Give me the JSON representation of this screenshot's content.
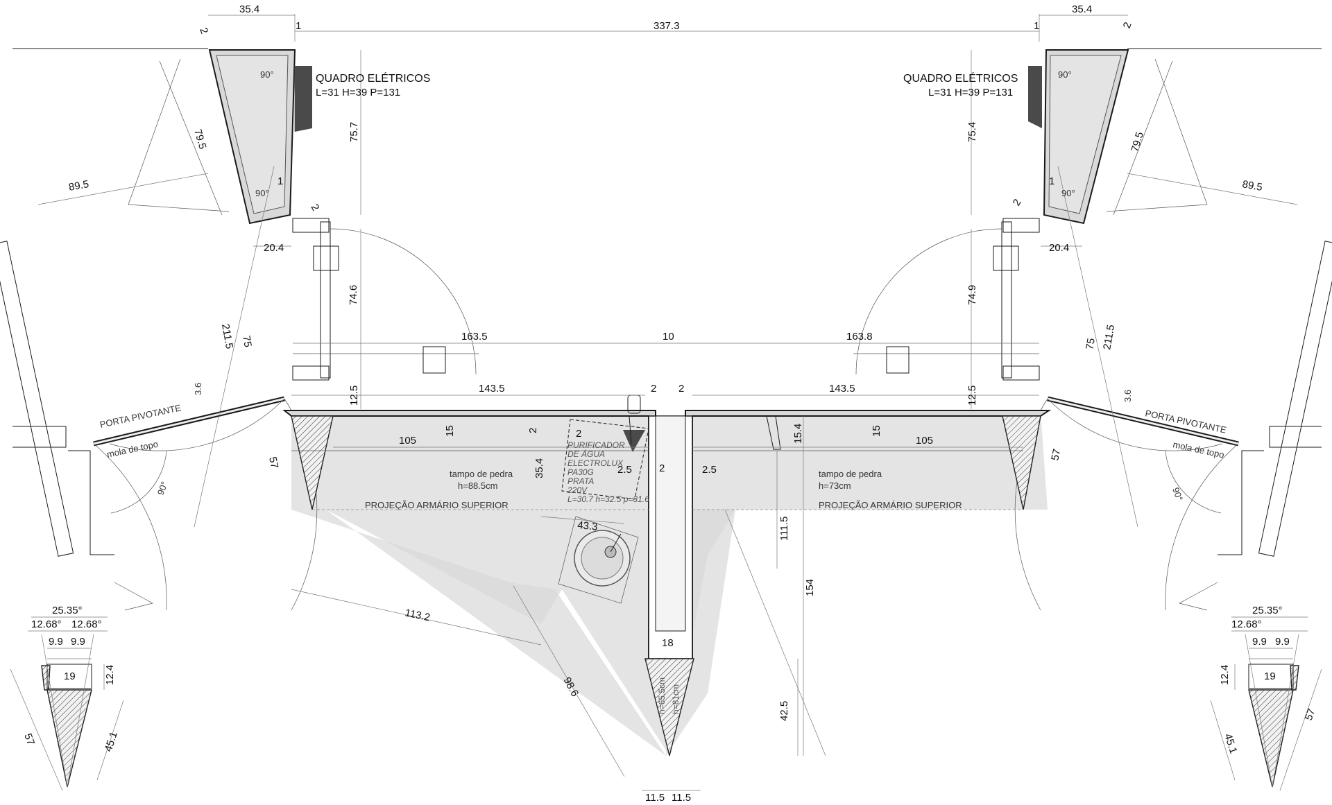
{
  "left": {
    "panel_label": "QUADRO ELÉTRICOS",
    "panel_dims": "L=31 H=39 P=131",
    "door_label": "PORTA PIVOTANTE",
    "door_hinge": "mola de topo",
    "counter_label": "tampo de pedra",
    "counter_height": "h=88.5cm",
    "cabinet_label": "PROJEÇÃO ARMÁRIO SUPERIOR",
    "purifier_lines": [
      "PURIFICADOR",
      "DE ÁGUA",
      "ELECTROLUX",
      "PA30G",
      "PRATA",
      "220V",
      "L=30.7 h=32.5 p=31.6"
    ],
    "dims": {
      "top_width": "35.4",
      "wall_gap": "2",
      "one": "1",
      "angle_top": "90°",
      "angle_bottom": "90°",
      "one_b": "1",
      "two_b": "2",
      "v75_7": "75.7",
      "v79_5": "79.5",
      "d89_5": "89.5",
      "d20_4": "20.4",
      "v74_6": "74.6",
      "d163_5": "163.5",
      "v211_5": "211.5",
      "v75": "75",
      "d3_6": "3.6",
      "d12_5": "12.5",
      "d143_5": "143.5",
      "d2a": "2",
      "d105": "105",
      "d15": "15",
      "d2b": "2",
      "d57": "57",
      "angle_door": "90°",
      "d35_4b": "35.4",
      "d2_5": "2.5",
      "d43_3": "43.3",
      "d113_2": "113.2",
      "d98_6": "98.6",
      "d2c": "2",
      "d2d": "2",
      "d18": "18"
    },
    "detail": {
      "total_angle": "25.35°",
      "half_a": "12.68°",
      "half_b": "12.68°",
      "w_a": "9.9",
      "w_b": "9.9",
      "w_19": "19",
      "h_12_4": "12.4",
      "h_57": "57",
      "h_45_1": "45.1"
    }
  },
  "center": {
    "total_width": "337.3",
    "gap_10": "10",
    "h_65": "h=65.5cm",
    "h_81": "h=81cm",
    "w_left": "11.5",
    "w_right": "11.5"
  },
  "right": {
    "panel_label": "QUADRO ELÉTRICOS",
    "panel_dims": "L=31 H=39 P=131",
    "door_label": "PORTA PIVOTANTE",
    "door_hinge": "mola de topo",
    "counter_label": "tampo de pedra",
    "counter_height": "h=73cm",
    "cabinet_label": "PROJEÇÃO ARMÁRIO SUPERIOR",
    "dims": {
      "top_width": "35.4",
      "wall_gap": "2",
      "one": "1",
      "angle_top": "90°",
      "angle_bottom": "90°",
      "one_b": "1",
      "two_b": "2",
      "v75_4": "75.4",
      "v79_5": "79.5",
      "d89_5": "89.5",
      "d20_4": "20.4",
      "v74_9": "74.9",
      "d163_8": "163.8",
      "v211_5": "211.5",
      "v75": "75",
      "d3_6": "3.6",
      "d12_5": "12.5",
      "d143_5": "143.5",
      "d2a": "2",
      "d105": "105",
      "d15": "15",
      "d15_4": "15.4",
      "d57": "57",
      "angle_door": "90°",
      "d2_5": "2.5",
      "d111_5": "111.5",
      "d154": "154",
      "d42_5": "42.5"
    },
    "detail": {
      "total_angle": "25.35°",
      "half_a": "12.68°",
      "w_a": "9.9",
      "w_b": "9.9",
      "w_19": "19",
      "h_12_4": "12.4",
      "h_57": "57",
      "h_45_1": "45.1"
    }
  }
}
